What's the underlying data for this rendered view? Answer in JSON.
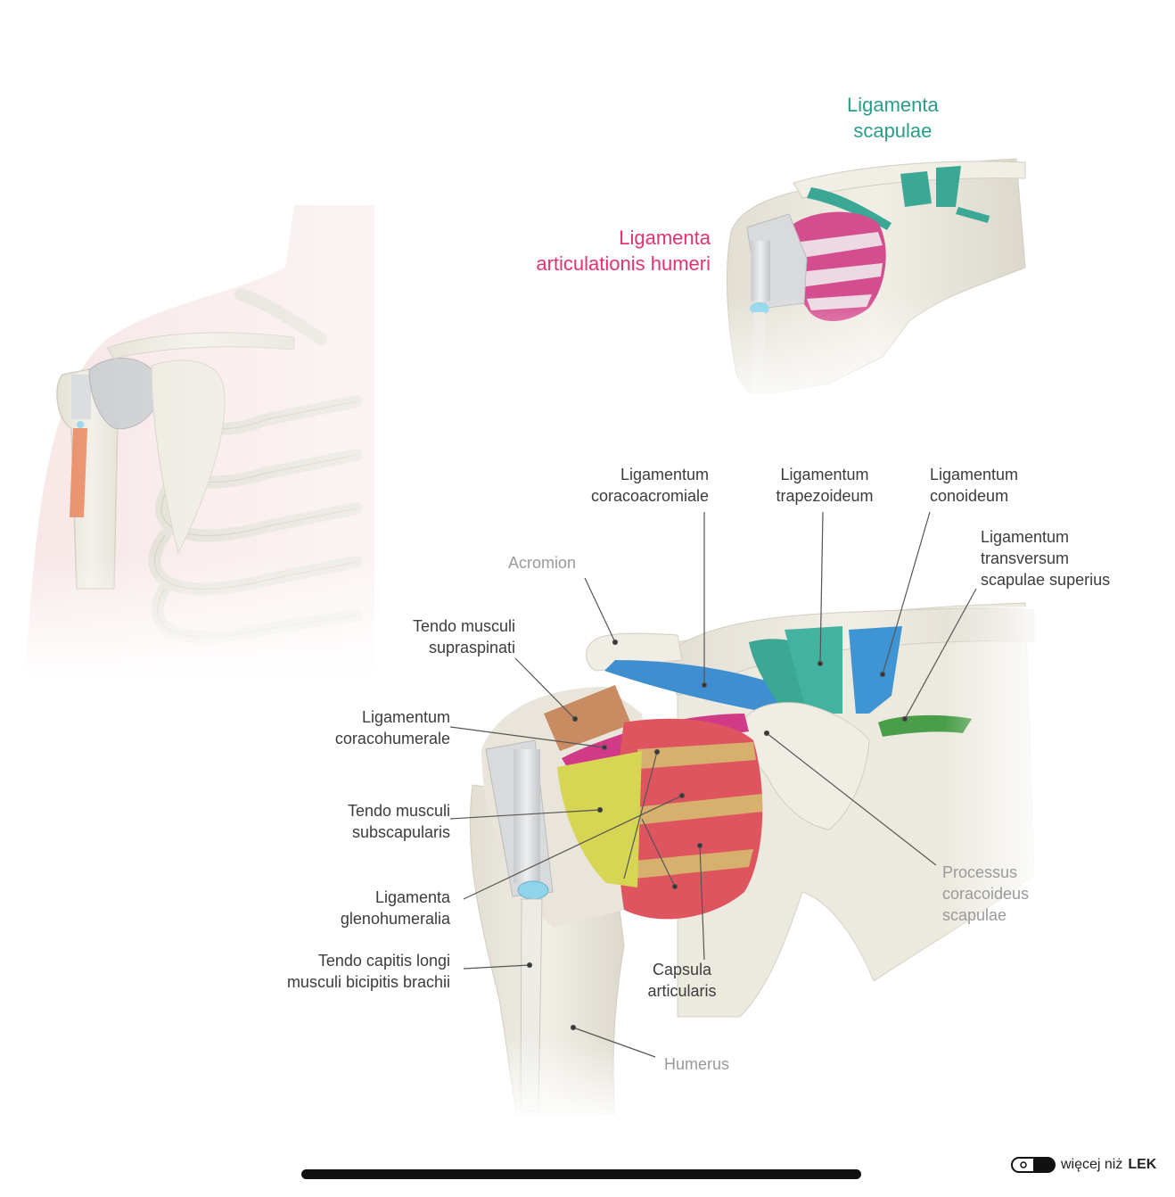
{
  "headers": {
    "scapulae": {
      "lines": [
        "Ligamenta",
        "scapulae"
      ],
      "color": "#2a9d8a"
    },
    "humeri": {
      "lines": [
        "Ligamenta",
        "articulationis humeri"
      ],
      "color": "#e0336f"
    }
  },
  "labels": {
    "coracoacromiale": [
      "Ligamentum",
      "coracoacromiale"
    ],
    "trapezoideum": [
      "Ligamentum",
      "trapezoideum"
    ],
    "conoideum": [
      "Ligamentum",
      "conoideum"
    ],
    "transversum": [
      "Ligamentum",
      "transversum",
      "scapulae superius"
    ],
    "acromion": [
      "Acromion"
    ],
    "supraspinati": [
      "Tendo musculi",
      "supraspinati"
    ],
    "coracohumerale": [
      "Ligamentum",
      "coracohumerale"
    ],
    "subscapularis": [
      "Tendo musculi",
      "subscapularis"
    ],
    "glenohumeralia": [
      "Ligamenta",
      "glenohumeralia"
    ],
    "biceps": [
      "Tendo capitis longi",
      "musculi bicipitis brachii"
    ],
    "capsula": [
      "Capsula",
      "articularis"
    ],
    "humerus": [
      "Humerus"
    ],
    "coracoideus": [
      "Processus",
      "coracoideus",
      "scapulae"
    ]
  },
  "brand": {
    "text": "więcej niż",
    "bold": "LEK"
  },
  "colors": {
    "bone": "#ece9df",
    "bone_shadow": "#d6d2c6",
    "teal": "#3aa894",
    "blue": "#3f8fd0",
    "green": "#4a9e4a",
    "pink": "#d13a86",
    "yellow": "#d7d554",
    "red": "#de5560",
    "tan": "#c88b62",
    "cartilage": "#d8dadc",
    "skin": "#f6e3e3",
    "cyan": "#8fd4ea"
  }
}
